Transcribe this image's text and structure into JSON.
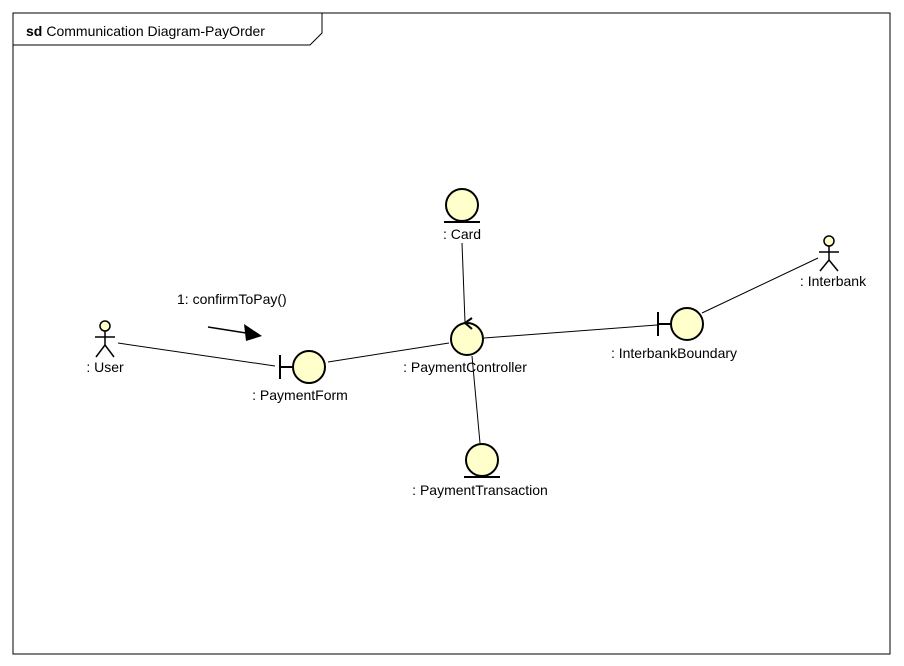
{
  "frame": {
    "keyword": "sd",
    "title": "Communication Diagram-PayOrder"
  },
  "colors": {
    "element_fill": "#ffffcc",
    "stroke": "#000000",
    "background": "#ffffff"
  },
  "elements": {
    "user": {
      "kind": "actor",
      "label": ": User"
    },
    "interbank": {
      "kind": "actor",
      "label": ": Interbank"
    },
    "payment_form": {
      "kind": "boundary",
      "label": ": PaymentForm"
    },
    "interbank_boundary": {
      "kind": "boundary",
      "label": ": InterbankBoundary"
    },
    "payment_controller": {
      "kind": "control",
      "label": ": PaymentController"
    },
    "card": {
      "kind": "entity",
      "label": ": Card"
    },
    "payment_transaction": {
      "kind": "entity",
      "label": ": PaymentTransaction"
    }
  },
  "links": [
    {
      "from": "user",
      "to": "payment_form"
    },
    {
      "from": "payment_form",
      "to": "payment_controller"
    },
    {
      "from": "card",
      "to": "payment_controller"
    },
    {
      "from": "payment_controller",
      "to": "payment_transaction"
    },
    {
      "from": "payment_controller",
      "to": "interbank_boundary"
    },
    {
      "from": "interbank_boundary",
      "to": "interbank"
    }
  ],
  "messages": [
    {
      "label": "1: confirmToPay()",
      "from": "user",
      "to": "payment_form"
    }
  ]
}
